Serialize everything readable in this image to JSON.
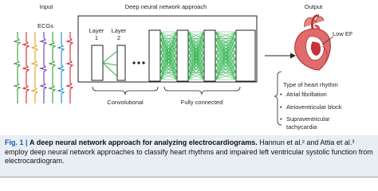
{
  "header": {
    "input": "Input",
    "dnn": "Deep neural network approach",
    "output": "Output"
  },
  "input": {
    "ecgs": "ECGs"
  },
  "network": {
    "layer1": "Layer\n1",
    "layer2": "Layer\n2",
    "ellipsis": "• • •",
    "convolutional": "Convolutional",
    "fully_connected": "Fully connected"
  },
  "output": {
    "low_ef": "Low EF",
    "rhythm_title": "Type of heart rhythm",
    "rhythms": [
      "Atrial fibrillation",
      "Atrioventricular block",
      "Supraventricular\ntachycardia"
    ]
  },
  "caption": {
    "fig": "Fig. 1 |",
    "title": "A deep neural network approach for analyzing electrocardiograms.",
    "body": " Hannun et al.² and Attia et al.³ employ deep neural network approaches to classify heart rhythms and impaired left ventricular systolic function from electrocardiogram."
  },
  "colors": {
    "ecg": [
      "#3a9d3a",
      "#d6262b",
      "#e8a11a",
      "#6d3fa0",
      "#3a9d3a",
      "#1e88c8",
      "#d6262b"
    ],
    "connection": "#2bb04a",
    "caption_bg": "#e9eef4",
    "figure_label": "#1f5fa6"
  }
}
